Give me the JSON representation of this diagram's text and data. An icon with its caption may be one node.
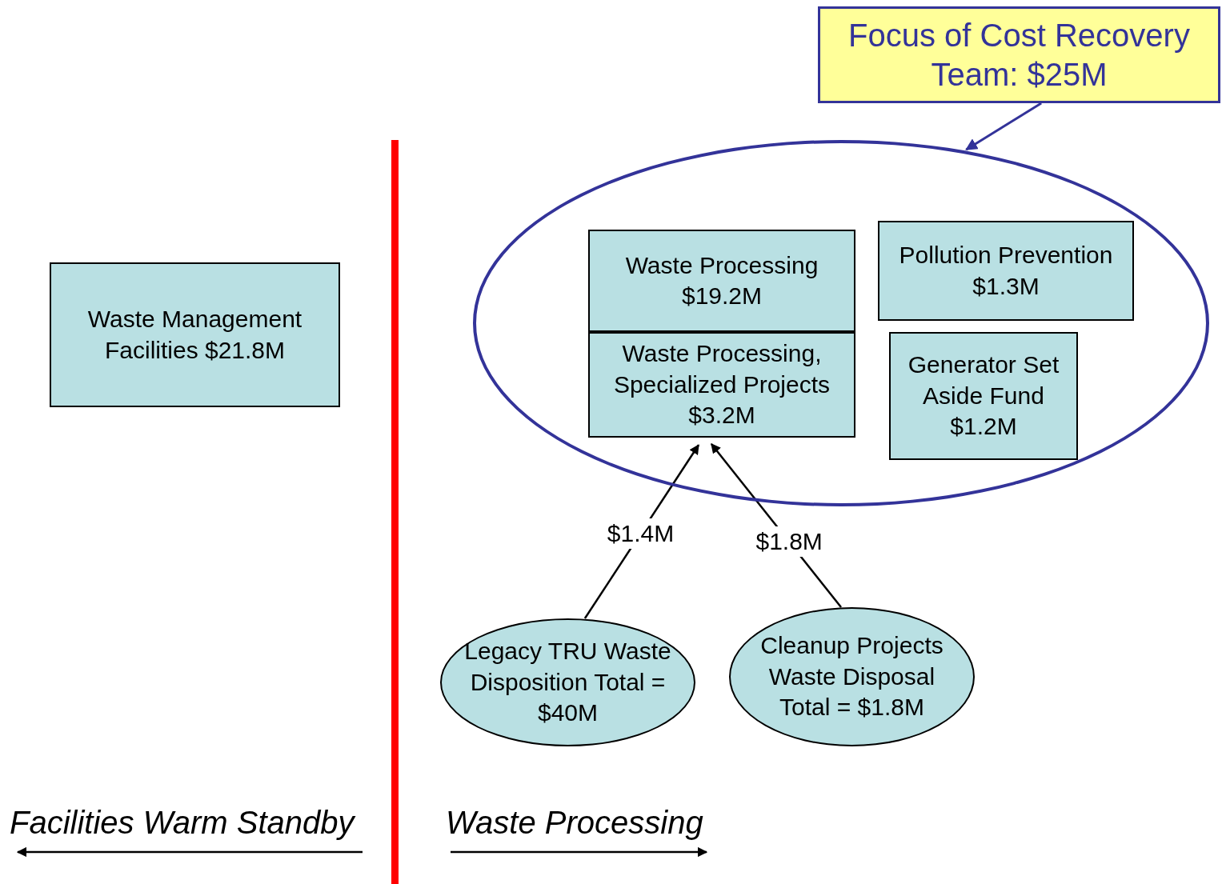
{
  "diagram": {
    "nodes": [
      {
        "text": [
          "Focus of Cost Recovery Team: $25M"
        ]
      },
      {
        "text": [
          "Waste Management Facilities $21.8M"
        ]
      },
      {
        "text": [],
        "shape": "ellipse"
      },
      {
        "text": [
          "Waste Processing $19.2M"
        ],
        "in": 2
      },
      {
        "text": [
          "Pollution Prevention $1.3M"
        ],
        "in": 2
      },
      {
        "text": [
          "Waste Processing, Specialized Projects $3.2M"
        ],
        "in": 2
      },
      {
        "text": [
          "Generator Set Aside Fund $1.2M"
        ],
        "in": 2
      },
      {
        "text": [
          "Legacy TRU Waste Disposition Total = $40M"
        ]
      },
      {
        "text": [
          "Cleanup Projects Waste Disposal Total = $1.8M"
        ]
      }
    ],
    "edges": [
      {
        "from": 0,
        "to": 2,
        "arrow": "to",
        "color": "#333399"
      },
      {
        "from": 7,
        "to": 5,
        "arrow": "to",
        "label": "$1.4M"
      },
      {
        "from": 8,
        "to": 5,
        "arrow": "to",
        "label": "$1.8M"
      }
    ],
    "labels": [
      "Facilities Warm Standby",
      "Waste Processing"
    ]
  }
}
